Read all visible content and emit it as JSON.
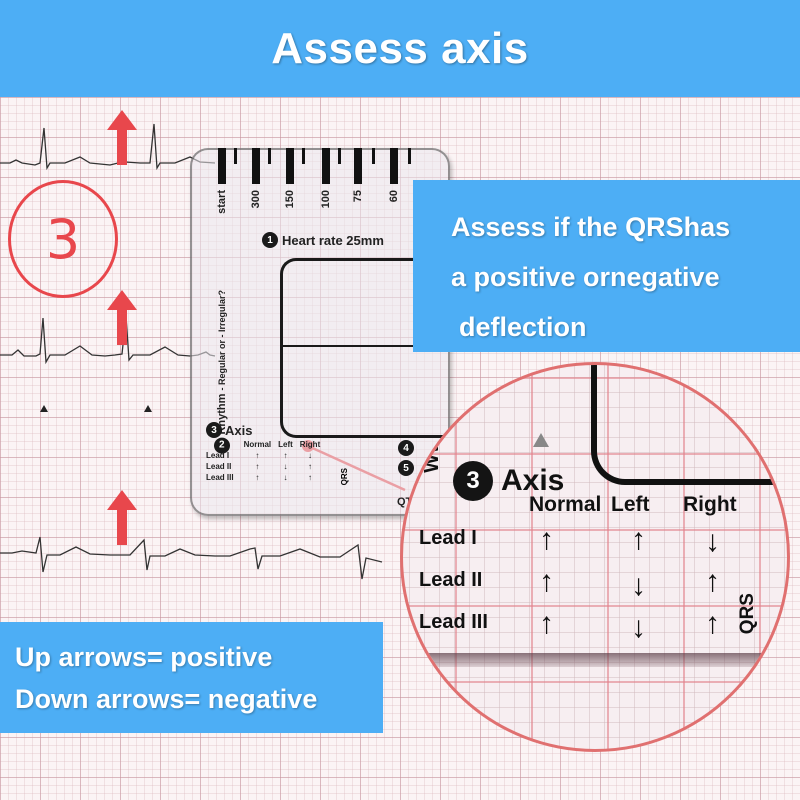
{
  "header": {
    "title": "Assess axis"
  },
  "info_box": {
    "lines": [
      "Assess if the QRShas",
      "a positive ornegative",
      "deflection"
    ]
  },
  "legend_box": {
    "lines": [
      "Up arrows= positive",
      "Down arrows= negative"
    ]
  },
  "annotation": {
    "circled_number": "3",
    "arrow_color": "#e8474c"
  },
  "ruler": {
    "rate_labels": [
      "start",
      "300",
      "150",
      "100",
      "75",
      "60"
    ],
    "step1": {
      "number": "1",
      "label": "Heart rate 25mm"
    },
    "step2": {
      "number": "2",
      "label": "Rhythm",
      "sub": "- Regular or - Irregular?"
    },
    "step3": {
      "number": "3",
      "label": "Axis"
    },
    "step4": {
      "number": "4"
    },
    "step5": {
      "number": "5"
    },
    "qtc_label": "QTc",
    "qrs_label": "QRS"
  },
  "axis_table": {
    "columns": [
      "Normal",
      "Left",
      "Right"
    ],
    "rows": [
      {
        "lead": "Lead I",
        "normal": "↑",
        "left": "↑",
        "right": "↓"
      },
      {
        "lead": "Lead II",
        "normal": "↑",
        "left": "↓",
        "right": "↑"
      },
      {
        "lead": "Lead III",
        "normal": "↑",
        "left": "↓",
        "right": "↑"
      }
    ]
  },
  "magnifier": {
    "step_number": "3",
    "title": "Axis",
    "side_label": "QRS",
    "cut_label": "WW"
  },
  "colors": {
    "banner_blue": "#4daef5",
    "annotation_red": "#e8474c",
    "magnifier_border": "#e07070",
    "ecg_grid": "#c896a0"
  }
}
